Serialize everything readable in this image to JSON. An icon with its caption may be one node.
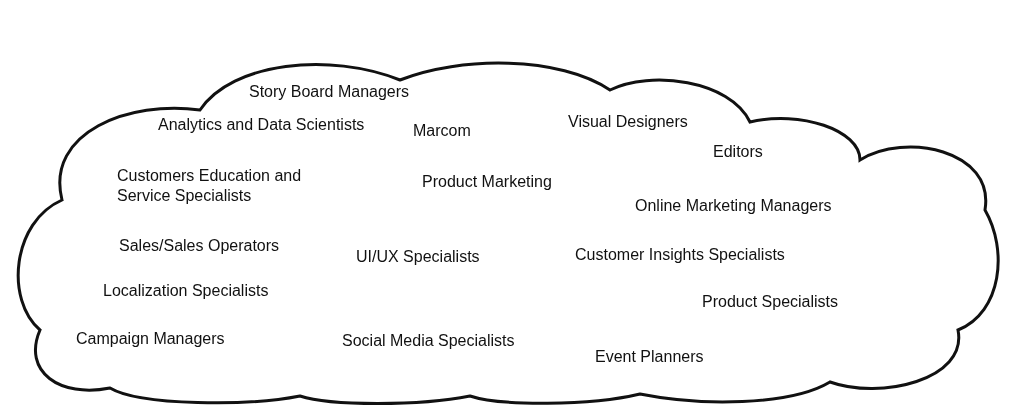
{
  "diagram": {
    "nodes": [
      {
        "text": [
          "Story Board Managers",
          "Visual Designers",
          "Analytics and Data Scientists",
          "Marcom",
          "Editors",
          "Customers Education and Service Specialists",
          "Product Marketing",
          "Online Marketing Managers",
          "Sales/Sales Operators",
          "Customer Insights Specialists",
          "UI/UX Specialists",
          "Localization Specialists",
          "Product Specialists",
          "Campaign Managers",
          "Social Media Specialists",
          "Event Planners"
        ]
      }
    ]
  }
}
